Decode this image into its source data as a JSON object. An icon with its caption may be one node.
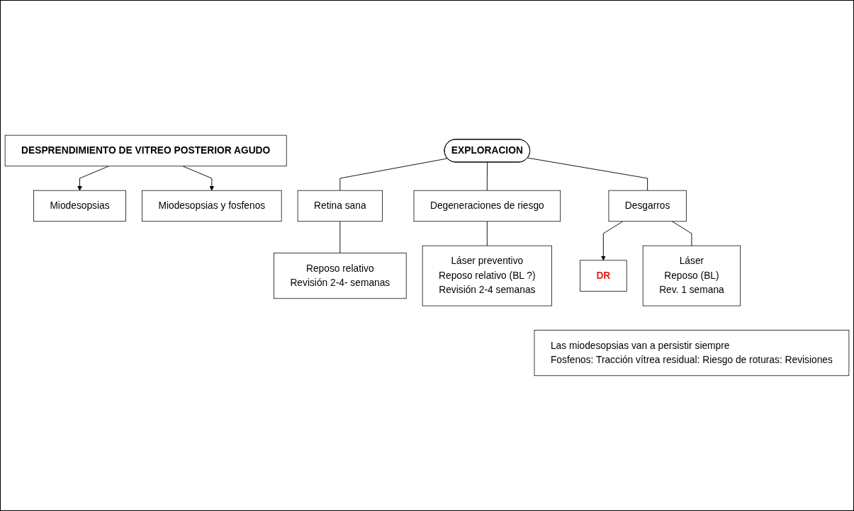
{
  "diagram": {
    "nodes": [
      {
        "text": [
          "DESPRENDIMIENTO DE VITREO POSTERIOR AGUDO"
        ]
      },
      {
        "text": [
          "Miodesopsias"
        ]
      },
      {
        "text": [
          "EXPLORACION"
        ]
      },
      {
        "text": [
          "Miodesopsias y fosfenos"
        ]
      },
      {
        "text": [
          "DR"
        ]
      },
      {
        "text": [
          "Retina sana"
        ]
      },
      {
        "text": [
          "Degeneraciones de riesgo"
        ]
      },
      {
        "text": [
          "Desgarros"
        ]
      },
      {
        "text": [
          "Reposo relativo",
          "Revisión 2-4- semanas"
        ]
      },
      {
        "text": [
          "Láser preventivo",
          "Reposo relativo (BL ?)",
          "Revisión 2-4 semanas"
        ]
      },
      {
        "text": [
          "Láser",
          "Reposo (BL)",
          "Rev. 1 semana"
        ]
      },
      {
        "text": [
          "Las miodesopsias van a persistir siempre",
          "Fosfenos: Tracción vítrea residual: Riesgo de roturas: Revisiones"
        ]
      }
    ],
    "edges": [
      {
        "from": 0,
        "to": 1,
        "arrow": "to"
      },
      {
        "from": 0,
        "to": 3,
        "arrow": "to"
      },
      {
        "from": 2,
        "to": 5,
        "arrow": "none"
      },
      {
        "from": 2,
        "to": 6,
        "arrow": "none"
      },
      {
        "from": 2,
        "to": 7,
        "arrow": "none"
      },
      {
        "from": 7,
        "to": 4,
        "arrow": "to"
      },
      {
        "from": 5,
        "to": 8,
        "arrow": "none"
      },
      {
        "from": 6,
        "to": 9,
        "arrow": "none"
      },
      {
        "from": 7,
        "to": 10,
        "arrow": "none"
      }
    ]
  }
}
